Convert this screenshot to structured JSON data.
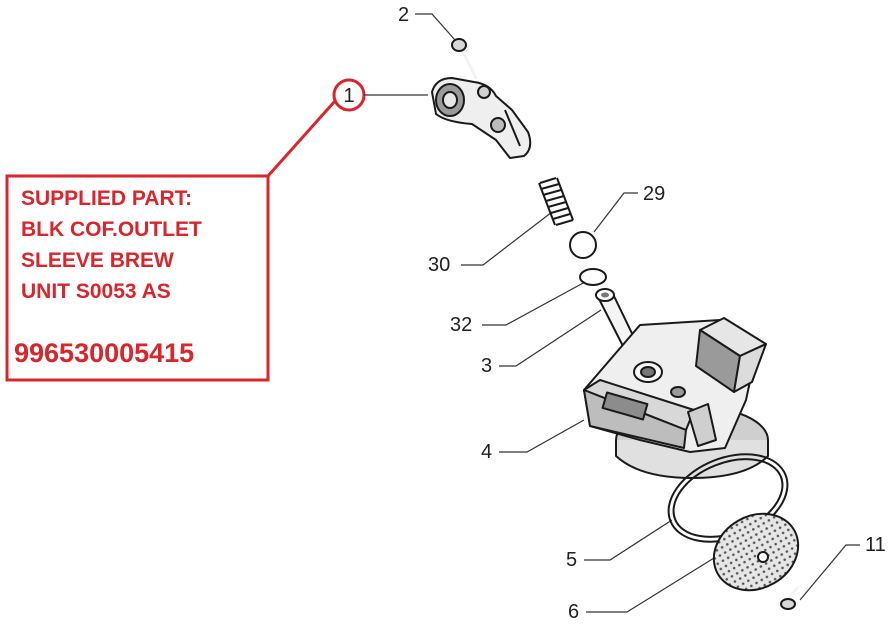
{
  "supplied_part": {
    "heading": "SUPPLIED PART:",
    "description_lines": [
      "BLK COF.OUTLET",
      "SLEEVE BREW",
      "UNIT S0053 AS"
    ],
    "part_number": "996530005415",
    "circled_label": "1"
  },
  "callouts": {
    "screw_top": "2",
    "ball": "29",
    "spring": "30",
    "o_ring_small": "32",
    "tube": "3",
    "housing": "4",
    "gasket": "5",
    "filter_screen": "6",
    "screw_bottom": "11"
  },
  "colors": {
    "accent_red": "#d9252b",
    "line": "#333333",
    "part_fill": "#efefef",
    "part_shade": "#9a9a9a"
  }
}
